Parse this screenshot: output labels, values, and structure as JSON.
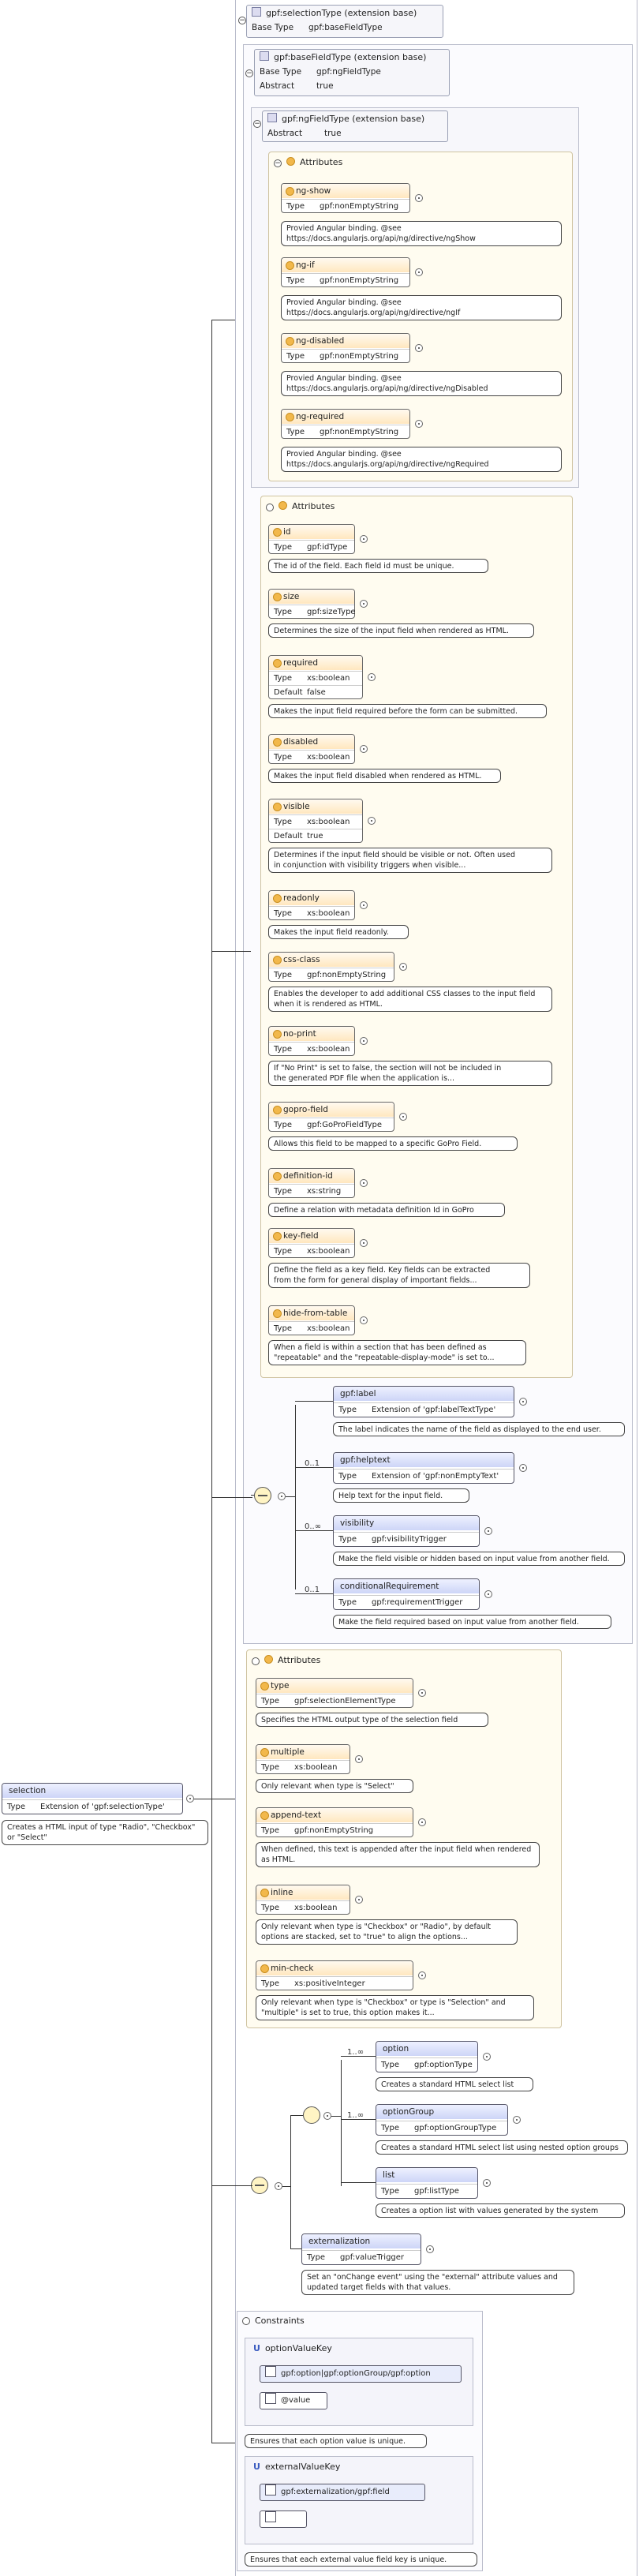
{
  "root": {
    "title": "gpf:selectionType (extension base)",
    "base_type_label": "Base Type",
    "base_type_value": "gpf:baseFieldType"
  },
  "base_field": {
    "title": "gpf:baseFieldType (extension base)",
    "base_type_label": "Base Type",
    "base_type_value": "gpf:ngFieldType",
    "abstract_label": "Abstract",
    "abstract_value": "true"
  },
  "ng_field": {
    "title": "gpf:ngFieldType (extension base)",
    "abstract_label": "Abstract",
    "abstract_value": "true",
    "attributes_title": "Attributes",
    "attrs": [
      {
        "name": "ng-show",
        "type": "gpf:nonEmptyString",
        "note1": "Provied Angular binding. @see",
        "note2": "https://docs.angularjs.org/api/ng/directive/ngShow"
      },
      {
        "name": "ng-if",
        "type": "gpf:nonEmptyString",
        "note1": "Provied Angular binding. @see",
        "note2": "https://docs.angularjs.org/api/ng/directive/ngIf"
      },
      {
        "name": "ng-disabled",
        "type": "gpf:nonEmptyString",
        "note1": "Provied Angular binding. @see",
        "note2": "https://docs.angularjs.org/api/ng/directive/ngDisabled"
      },
      {
        "name": "ng-required",
        "type": "gpf:nonEmptyString",
        "note1": "Provied Angular binding. @see",
        "note2": "https://docs.angularjs.org/api/ng/directive/ngRequired"
      }
    ]
  },
  "base_attrs": {
    "title": "Attributes",
    "type_label": "Type",
    "default_label": "Default",
    "items": [
      {
        "name": "id",
        "type": "gpf:idType",
        "note1": "The id of the field. Each field id must be unique.",
        "note2": ""
      },
      {
        "name": "size",
        "type": "gpf:sizeType",
        "note1": "Determines the size of the input field when rendered as HTML.",
        "note2": ""
      },
      {
        "name": "required",
        "type": "xs:boolean",
        "default": "false",
        "note1": "Makes the input field required before the form can be submitted.",
        "note2": ""
      },
      {
        "name": "disabled",
        "type": "xs:boolean",
        "note1": "Makes the input field disabled when rendered as HTML.",
        "note2": ""
      },
      {
        "name": "visible",
        "type": "xs:boolean",
        "default": "true",
        "note1": "Determines if the input field should be visible or not. Often used",
        "note2": "in conjunction with visibility triggers when visible..."
      },
      {
        "name": "readonly",
        "type": "xs:boolean",
        "note1": "Makes the input field readonly.",
        "note2": ""
      },
      {
        "name": "css-class",
        "type": "gpf:nonEmptyString",
        "note1": "Enables the developer to add additional CSS classes to the input field",
        "note2": "when it is rendered as HTML."
      },
      {
        "name": "no-print",
        "type": "xs:boolean",
        "note1": "If \"No Print\" is set to false, the section will not be included in",
        "note2": "the generated PDF file when the application is..."
      },
      {
        "name": "gopro-field",
        "type": "gpf:GoProFieldType",
        "note1": "Allows this field to be mapped to a specific GoPro Field.",
        "note2": ""
      },
      {
        "name": "definition-id",
        "type": "xs:string",
        "note1": "Define a relation with metadata definition Id in GoPro",
        "note2": ""
      },
      {
        "name": "key-field",
        "type": "xs:boolean",
        "note1": "Define the field as a key field. Key fields can be extracted",
        "note2": "from the form for general display of important fields..."
      },
      {
        "name": "hide-from-table",
        "type": "xs:boolean",
        "note1": "When a field is within a section that has been defined as",
        "note2": "\"repeatable\" and the \"repeatable-display-mode\" is set to..."
      }
    ]
  },
  "base_elements": [
    {
      "mult": "",
      "name": "gpf:label",
      "type": "Extension of 'gpf:labelTextType'",
      "note": "The label indicates the name of the field as displayed to the end user."
    },
    {
      "mult": "0..1",
      "name": "gpf:helptext",
      "type": "Extension of 'gpf:nonEmptyText'",
      "note": "Help text for the input field."
    },
    {
      "mult": "0..∞",
      "name": "visibility",
      "type": "gpf:visibilityTrigger",
      "note": "Make the field visible or hidden based on input value from another field."
    },
    {
      "mult": "0..1",
      "name": "conditionalRequirement",
      "type": "gpf:requirementTrigger",
      "note": "Make the field required based on input value from another field."
    }
  ],
  "selection_attrs": {
    "title": "Attributes",
    "items": [
      {
        "name": "type",
        "type": "gpf:selectionElementType",
        "note1": "Specifies the HTML output type of the selection field",
        "note2": ""
      },
      {
        "name": "multiple",
        "type": "xs:boolean",
        "note1": "Only relevant when type is \"Select\"",
        "note2": ""
      },
      {
        "name": "append-text",
        "type": "gpf:nonEmptyString",
        "note1": "When defined, this text is appended after the input field when rendered",
        "note2": "as HTML."
      },
      {
        "name": "inline",
        "type": "xs:boolean",
        "note1": "Only relevant when type is \"Checkbox\" or \"Radio\", by default",
        "note2": "options are stacked, set to \"true\" to align the options..."
      },
      {
        "name": "min-check",
        "type": "xs:positiveInteger",
        "note1": "Only relevant when type is \"Checkbox\" or type is \"Selection\" and",
        "note2": "\"multiple\" is set to true, this option makes it..."
      }
    ]
  },
  "selection_root": {
    "name": "selection",
    "type_label": "Type",
    "type_value": "Extension of 'gpf:selectionType'",
    "note1": "Creates a HTML input of type \"Radio\", \"Checkbox\"",
    "note2": "or \"Select\""
  },
  "choices": [
    {
      "mult": "1..∞",
      "name": "option",
      "type": "gpf:optionType",
      "note": "Creates a standard HTML select list"
    },
    {
      "mult": "1..∞",
      "name": "optionGroup",
      "type": "gpf:optionGroupType",
      "note": "Creates a standard HTML select list using nested option groups"
    },
    {
      "mult": "",
      "name": "list",
      "type": "gpf:listType",
      "note": "Creates a option list with values generated by the system"
    }
  ],
  "externalization": {
    "name": "externalization",
    "type": "gpf:valueTrigger",
    "note1": "Set an \"onChange event\" using the \"external\" attribute values and",
    "note2": "updated target fields with that values."
  },
  "constraints": {
    "title": "Constraints",
    "keys": [
      {
        "name": "optionValueKey",
        "selector": "gpf:option|gpf:optionGroup/gpf:option",
        "field": "@value",
        "note": "Ensures that each option value is unique."
      },
      {
        "name": "externalValueKey",
        "selector": "gpf:externalization/gpf:field",
        "field": "",
        "note": "Ensures that each external value field key is unique."
      }
    ]
  }
}
